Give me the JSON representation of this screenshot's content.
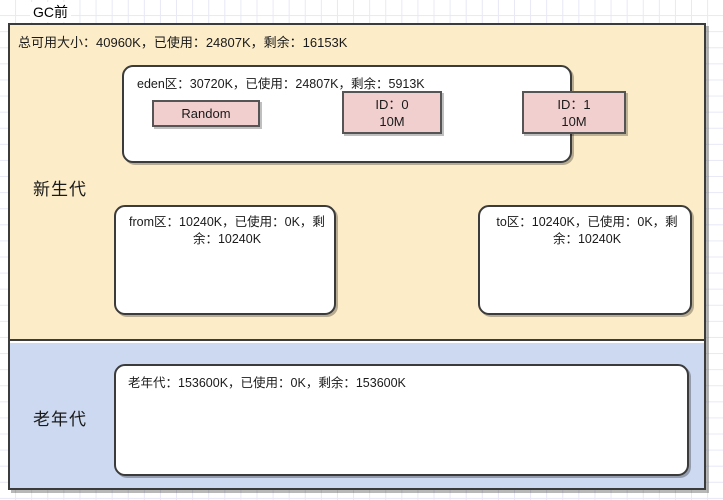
{
  "diagram": {
    "title": "GC前"
  },
  "young_generation": {
    "label": "新生代",
    "total_summary": "总可用大小：40960K，已使用：24807K，剩余：16153K",
    "eden": {
      "caption": "eden区：30720K，已使用：24807K，剩余：5913K",
      "objects": [
        {
          "name": "Random",
          "line1": "Random",
          "line2": ""
        },
        {
          "name": "object-id-0",
          "line1": "ID：0",
          "line2": "10M"
        },
        {
          "name": "object-id-1",
          "line1": "ID：1",
          "line2": "10M"
        }
      ]
    },
    "from_space": {
      "caption": "from区：10240K，已使用：0K，剩余：10240K"
    },
    "to_space": {
      "caption": "to区：10240K，已使用：0K，剩余：10240K"
    }
  },
  "old_generation": {
    "label": "老年代",
    "caption": "老年代：153600K，已使用：0K，剩余：153600K"
  },
  "colors": {
    "young_gen_fill": "#fcecc8",
    "old_gen_fill": "#ccd9f0",
    "object_fill": "#f2cfcf",
    "border": "#3b3b3b",
    "grid": "#e8e8f6"
  }
}
